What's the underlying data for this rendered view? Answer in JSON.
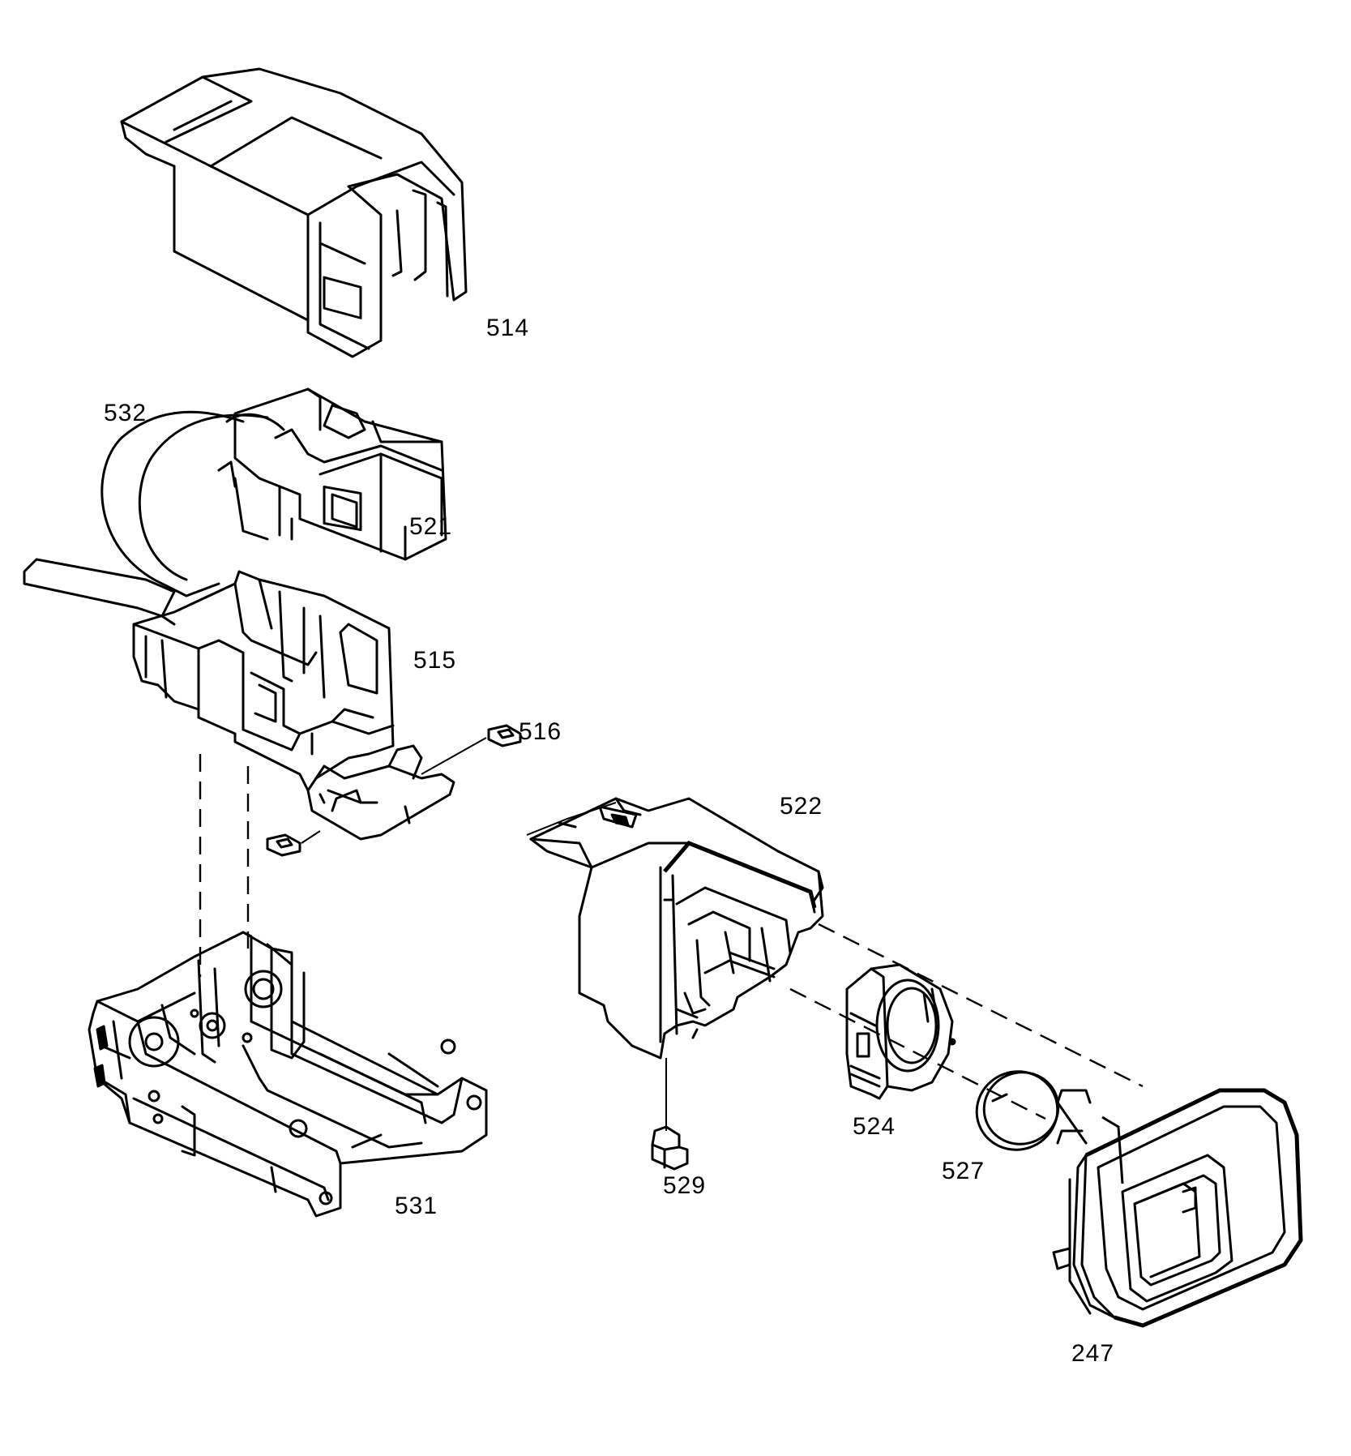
{
  "callouts": {
    "c514": "514",
    "c532": "532",
    "c521": "521",
    "c515": "515",
    "c516": "516",
    "c522": "522",
    "c531": "531",
    "c524": "524",
    "c527": "527",
    "c529": "529",
    "c247": "247"
  },
  "colors": {
    "line": "#000000",
    "background": "#ffffff"
  }
}
